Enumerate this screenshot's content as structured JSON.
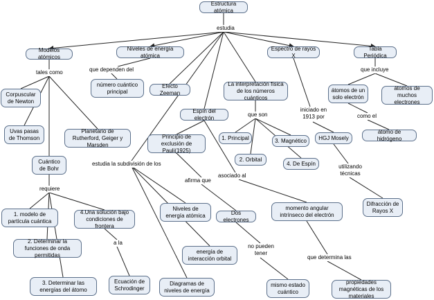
{
  "nodes": {
    "estructura": "Estructura atómica",
    "modelos": "Modelos atómicos",
    "niveles_energia": "Niveles de energía atómica",
    "espectro": "Espectro de rayos X",
    "tabla": "Tabla Periódica",
    "numero_cuantico": "número cuántico principal",
    "efecto_zeeman": "Efecto Zeeman",
    "interpretacion": "La interpretación física de los números cuánticos",
    "atomos_uno": "átomos de un solo electrón",
    "atomos_muchos": "átomos de muchos electrones",
    "corpuscular": "Corpuscular de Newton",
    "espin_electron": "Espín del electrón",
    "uvas": "Uvas pasas de Thomson",
    "planetario": "Planetario de Rutherford, Geiger y Marsden",
    "principio": "Principio de exclusión de Pauli(1925)",
    "principal": "1. Principal",
    "magnetico": "3. Magnético",
    "hgj": "HGJ Mosely",
    "atomo_hidrogeno": "átomo de hidrógeno",
    "orbital": "2. Orbital",
    "de_espin": "4. De Espín",
    "cuantico_bohr": "Cuántico de Bohr",
    "difraccion": "Difracción de Rayos X",
    "modelo_particula": "1. modelo de partícula cuántica",
    "niveles_atomica": "Niveles de energía atómica",
    "dos_electrones": "Dos electrones",
    "momento_angular": "momento angular intrínseco del electrón",
    "solucion": "4.Una solución bajo condiciones de frontera",
    "determinar_funciones": "2. Determinar la funciones de onda  permitidas",
    "interaccion": "energía de interacción orbital",
    "determinar_energias": "3. Determinar las energías del átomo",
    "ecuacion": "Ecuación de Schrodinger",
    "diagramas": "Diagramas de niveles de energía",
    "mismo_estado": "mismo estado cuántico",
    "propiedades": "propiedades magnéticas de los materiales"
  },
  "labels": {
    "estudia": "estudia",
    "tales_como": "tales como",
    "que_dependen": "que dependen del",
    "que_incluye": "que incluye",
    "que_son": "que son",
    "iniciado": "iniciado en 1913 por",
    "como_el": "como el",
    "utilizando": "utilizando técnicas",
    "estudia_subdivision": "estudia la subdivisión de los",
    "requiere": "requiere",
    "afirma_que": "afirma que",
    "asociado_al": "asociado al",
    "a_la": "a la",
    "no_pueden": "no pueden tener",
    "que_determina": "que determina las"
  }
}
